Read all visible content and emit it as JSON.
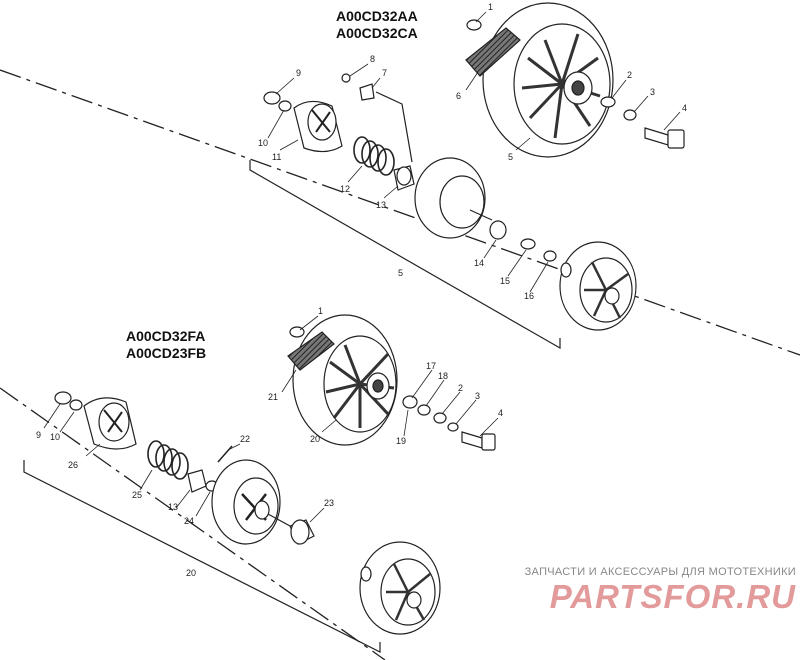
{
  "models": {
    "top": [
      "A00CD32AA",
      "A00CD32CA"
    ],
    "bottom": [
      "A00CD32FA",
      "A00CD23FB"
    ]
  },
  "callouts": {
    "top": [
      "1",
      "2",
      "3",
      "4",
      "5",
      "6",
      "7",
      "8",
      "9",
      "10",
      "11",
      "12",
      "13",
      "14",
      "15",
      "16",
      "5"
    ],
    "bottom": [
      "1",
      "17",
      "18",
      "2",
      "3",
      "4",
      "19",
      "20",
      "21",
      "9",
      "10",
      "26",
      "25",
      "13",
      "24",
      "22",
      "23",
      "20"
    ]
  },
  "watermark": {
    "tagline": "ЗАПЧАСТИ И АКСЕССУАРЫ ДЛЯ МОТОТЕХНИКИ",
    "logo": "PARTSFOR.RU"
  }
}
